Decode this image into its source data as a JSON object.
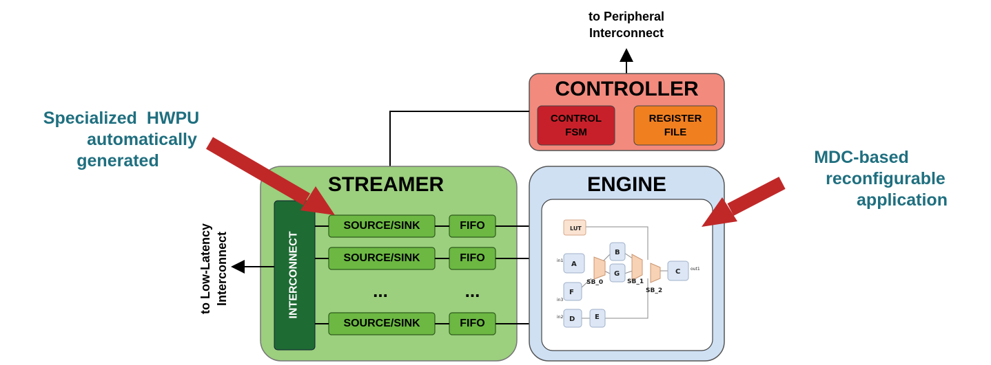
{
  "top_label": {
    "line1": "to Peripheral",
    "line2": "Interconnect"
  },
  "left_label": {
    "line1": "to Low-Latency",
    "line2": "Interconnect"
  },
  "annotations": {
    "left": {
      "line1": "Specialized  HWPU",
      "line2": "automatically",
      "line3": "generated"
    },
    "right": {
      "line1": "MDC-based",
      "line2": "reconfigurable",
      "line3": "application"
    }
  },
  "controller": {
    "title": "CONTROLLER",
    "control_fsm": {
      "line1": "CONTROL",
      "line2": "FSM"
    },
    "register_file": {
      "line1": "REGISTER",
      "line2": "FILE"
    }
  },
  "streamer": {
    "title": "STREAMER",
    "interconnect": "INTERCONNECT",
    "rows": [
      {
        "source": "SOURCE/SINK",
        "fifo": "FIFO"
      },
      {
        "source": "SOURCE/SINK",
        "fifo": "FIFO"
      },
      {
        "source": "SOURCE/SINK",
        "fifo": "FIFO"
      }
    ],
    "ellipsis": "..."
  },
  "engine": {
    "title": "ENGINE",
    "nodes": {
      "lut": "LUT",
      "a": "A",
      "b": "B",
      "g": "G",
      "c": "C",
      "f": "F",
      "d": "D",
      "e": "E",
      "sb0": "SB_0",
      "sb1": "SB_1",
      "sb2": "SB_2",
      "in1": "in1",
      "in2": "in2",
      "in3": "in3",
      "out1": "out1"
    }
  },
  "colors": {
    "teal": "#1f6f7f",
    "controller": "#f28a7e",
    "control_fsm": "#c8202a",
    "register_file": "#f07f20",
    "streamer": "#9ccf7e",
    "source": "#6cb843",
    "interconnect": "#1e6b34",
    "engine": "#cfe0f3",
    "arrow": "#c02828"
  }
}
